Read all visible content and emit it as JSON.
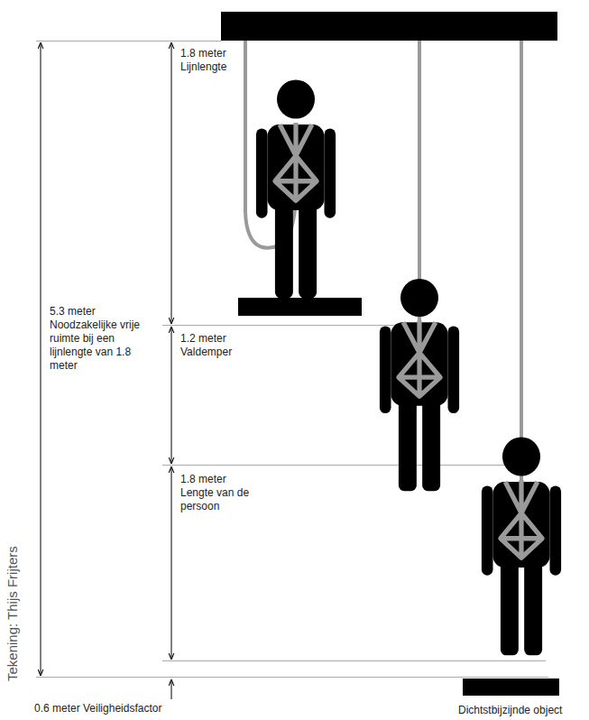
{
  "diagram": {
    "labels": [
      "1.8 meter Lijnlengte",
      "5.3 meter Noodzakelijke vrije ruimte bij een lijnlengte van 1.8 meter",
      "1.2 meter Valdemper",
      "1.8 meter Lengte van de persoon",
      "0.6 meter Veiligheidsfactor",
      "Dichtstbijzijnde object",
      "Tekening: Thijs Frijters"
    ]
  }
}
